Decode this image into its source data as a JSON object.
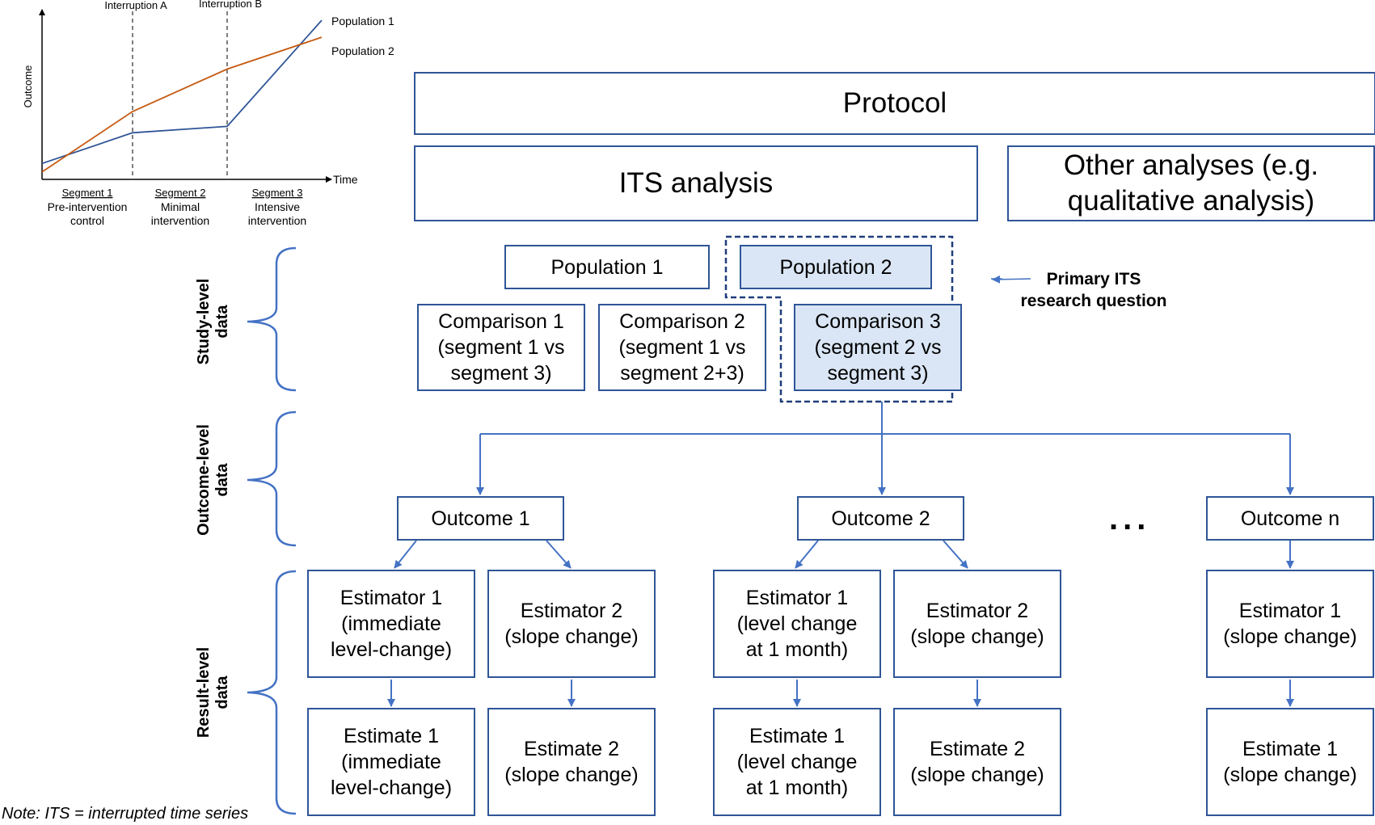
{
  "chart_data": {
    "type": "line",
    "x": [
      0,
      1,
      2,
      3
    ],
    "xlabel": "Time",
    "ylabel": "Outcome",
    "interruptions": [
      "Interruption A",
      "Interruption B"
    ],
    "segments": [
      {
        "name": "Segment 1",
        "desc": "Pre-intervention\ncontrol"
      },
      {
        "name": "Segment 2",
        "desc": "Minimal\nintervention"
      },
      {
        "name": "Segment 3",
        "desc": "Intensive\nintervention"
      }
    ],
    "series": [
      {
        "name": "Population 1",
        "values": [
          1.5,
          4.4,
          5.0,
          15.0
        ],
        "color": "#2f5597"
      },
      {
        "name": "Population 2",
        "values": [
          0.7,
          6.4,
          10.4,
          13.4
        ],
        "color": "#c55a11"
      }
    ],
    "ylim": [
      0,
      16
    ]
  },
  "colors": {
    "accent": "#2f5597",
    "highlight": "#dae6f5",
    "orange": "#c55a11"
  },
  "protocol": "Protocol",
  "its_analysis": "ITS analysis",
  "other_analyses": "Other analyses (e.g.\nqualitative analysis)",
  "populations": [
    "Population 1",
    "Population 2"
  ],
  "comparisons": [
    "Comparison 1\n(segment 1 vs\nsegment 3)",
    "Comparison 2\n(segment 1 vs\nsegment 2+3)",
    "Comparison 3\n(segment 2 vs\nsegment 3)"
  ],
  "primary_question": "Primary ITS\nresearch question",
  "levels": {
    "study": "Study-level\ndata",
    "outcome": "Outcome-level\ndata",
    "result": "Result-level\ndata"
  },
  "outcomes": [
    "Outcome 1",
    "Outcome 2",
    "Outcome n"
  ],
  "ellipsis": "...",
  "estimators": [
    "Estimator 1\n(immediate\nlevel-change)",
    "Estimator 2\n(slope change)",
    "Estimator 1\n(level change\nat 1 month)",
    "Estimator 2\n(slope change)",
    "Estimator 1\n(slope change)"
  ],
  "estimates": [
    "Estimate 1\n(immediate\nlevel-change)",
    "Estimate 2\n(slope change)",
    "Estimate 1\n(level change\nat 1 month)",
    "Estimate 2\n(slope change)",
    "Estimate 1\n(slope change)"
  ],
  "note": "Note: ITS = interrupted time series"
}
